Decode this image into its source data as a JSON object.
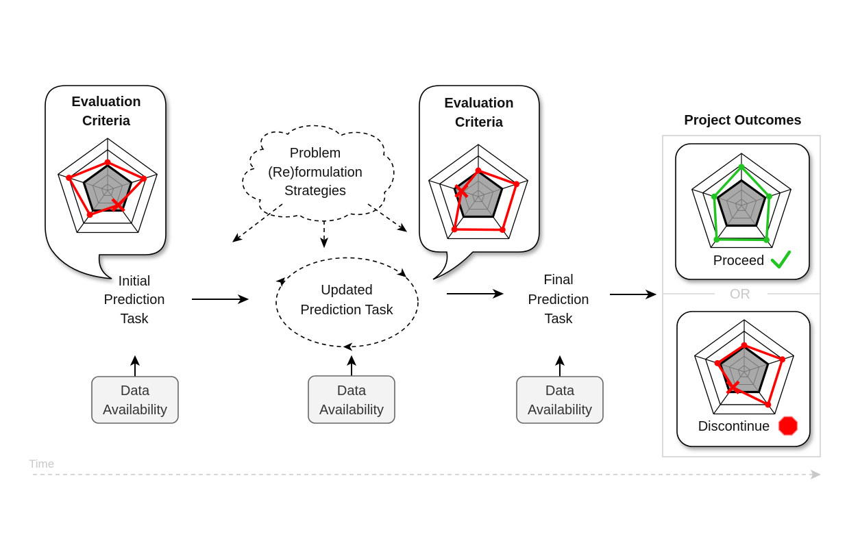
{
  "bubbles": [
    {
      "title_line1": "Evaluation",
      "title_line2": "Criteria"
    },
    {
      "title_line1": "Evaluation",
      "title_line2": "Criteria"
    }
  ],
  "cloud": {
    "lines": [
      "Problem",
      "(Re)formulation",
      "Strategies"
    ]
  },
  "tasks": {
    "initial": {
      "lines": [
        "Initial",
        "Prediction",
        "Task"
      ]
    },
    "updated": {
      "lines": [
        "Updated",
        "Prediction Task"
      ]
    },
    "final": {
      "lines": [
        "Final",
        "Prediction",
        "Task"
      ]
    }
  },
  "data_availability": [
    {
      "lines": [
        "Data",
        "Availability"
      ]
    },
    {
      "lines": [
        "Data",
        "Availability"
      ]
    },
    {
      "lines": [
        "Data",
        "Availability"
      ]
    }
  ],
  "outcomes": {
    "title": "Project Outcomes",
    "separator": "OR",
    "proceed": {
      "label": "Proceed",
      "icon": "check-icon",
      "color": "#22c322"
    },
    "discontinue": {
      "label": "Discontinue",
      "icon": "stop-octagon-icon",
      "color": "#ff0000"
    }
  },
  "timeline": {
    "label": "Time"
  },
  "colors": {
    "fail": "#ff0000",
    "success": "#22c322",
    "threshold_fill": "#a9a9a9",
    "timeline": "#c8c8c8",
    "data_box_fill": "#f3f3f3"
  },
  "radars": [
    {
      "name": "initial-evaluation-radar",
      "axes": 5,
      "threshold": 0.48,
      "values": [
        0.54,
        0.73,
        0.35,
        0.58,
        0.78
      ],
      "failed_axis": 2,
      "line_color": "#ff0000"
    },
    {
      "name": "updated-evaluation-radar",
      "axes": 5,
      "threshold": 0.48,
      "values": [
        0.5,
        0.77,
        0.79,
        0.78,
        0.34
      ],
      "failed_axis": 4,
      "line_color": "#ff0000"
    },
    {
      "name": "proceed-radar",
      "axes": 5,
      "threshold": 0.48,
      "values": [
        0.74,
        0.56,
        0.82,
        0.81,
        0.55
      ],
      "failed_axis": null,
      "line_color": "#22c322"
    },
    {
      "name": "discontinue-radar",
      "axes": 5,
      "threshold": 0.48,
      "values": [
        0.51,
        0.77,
        0.78,
        0.37,
        0.54
      ],
      "failed_axis": 3,
      "line_color": "#ff0000"
    }
  ]
}
